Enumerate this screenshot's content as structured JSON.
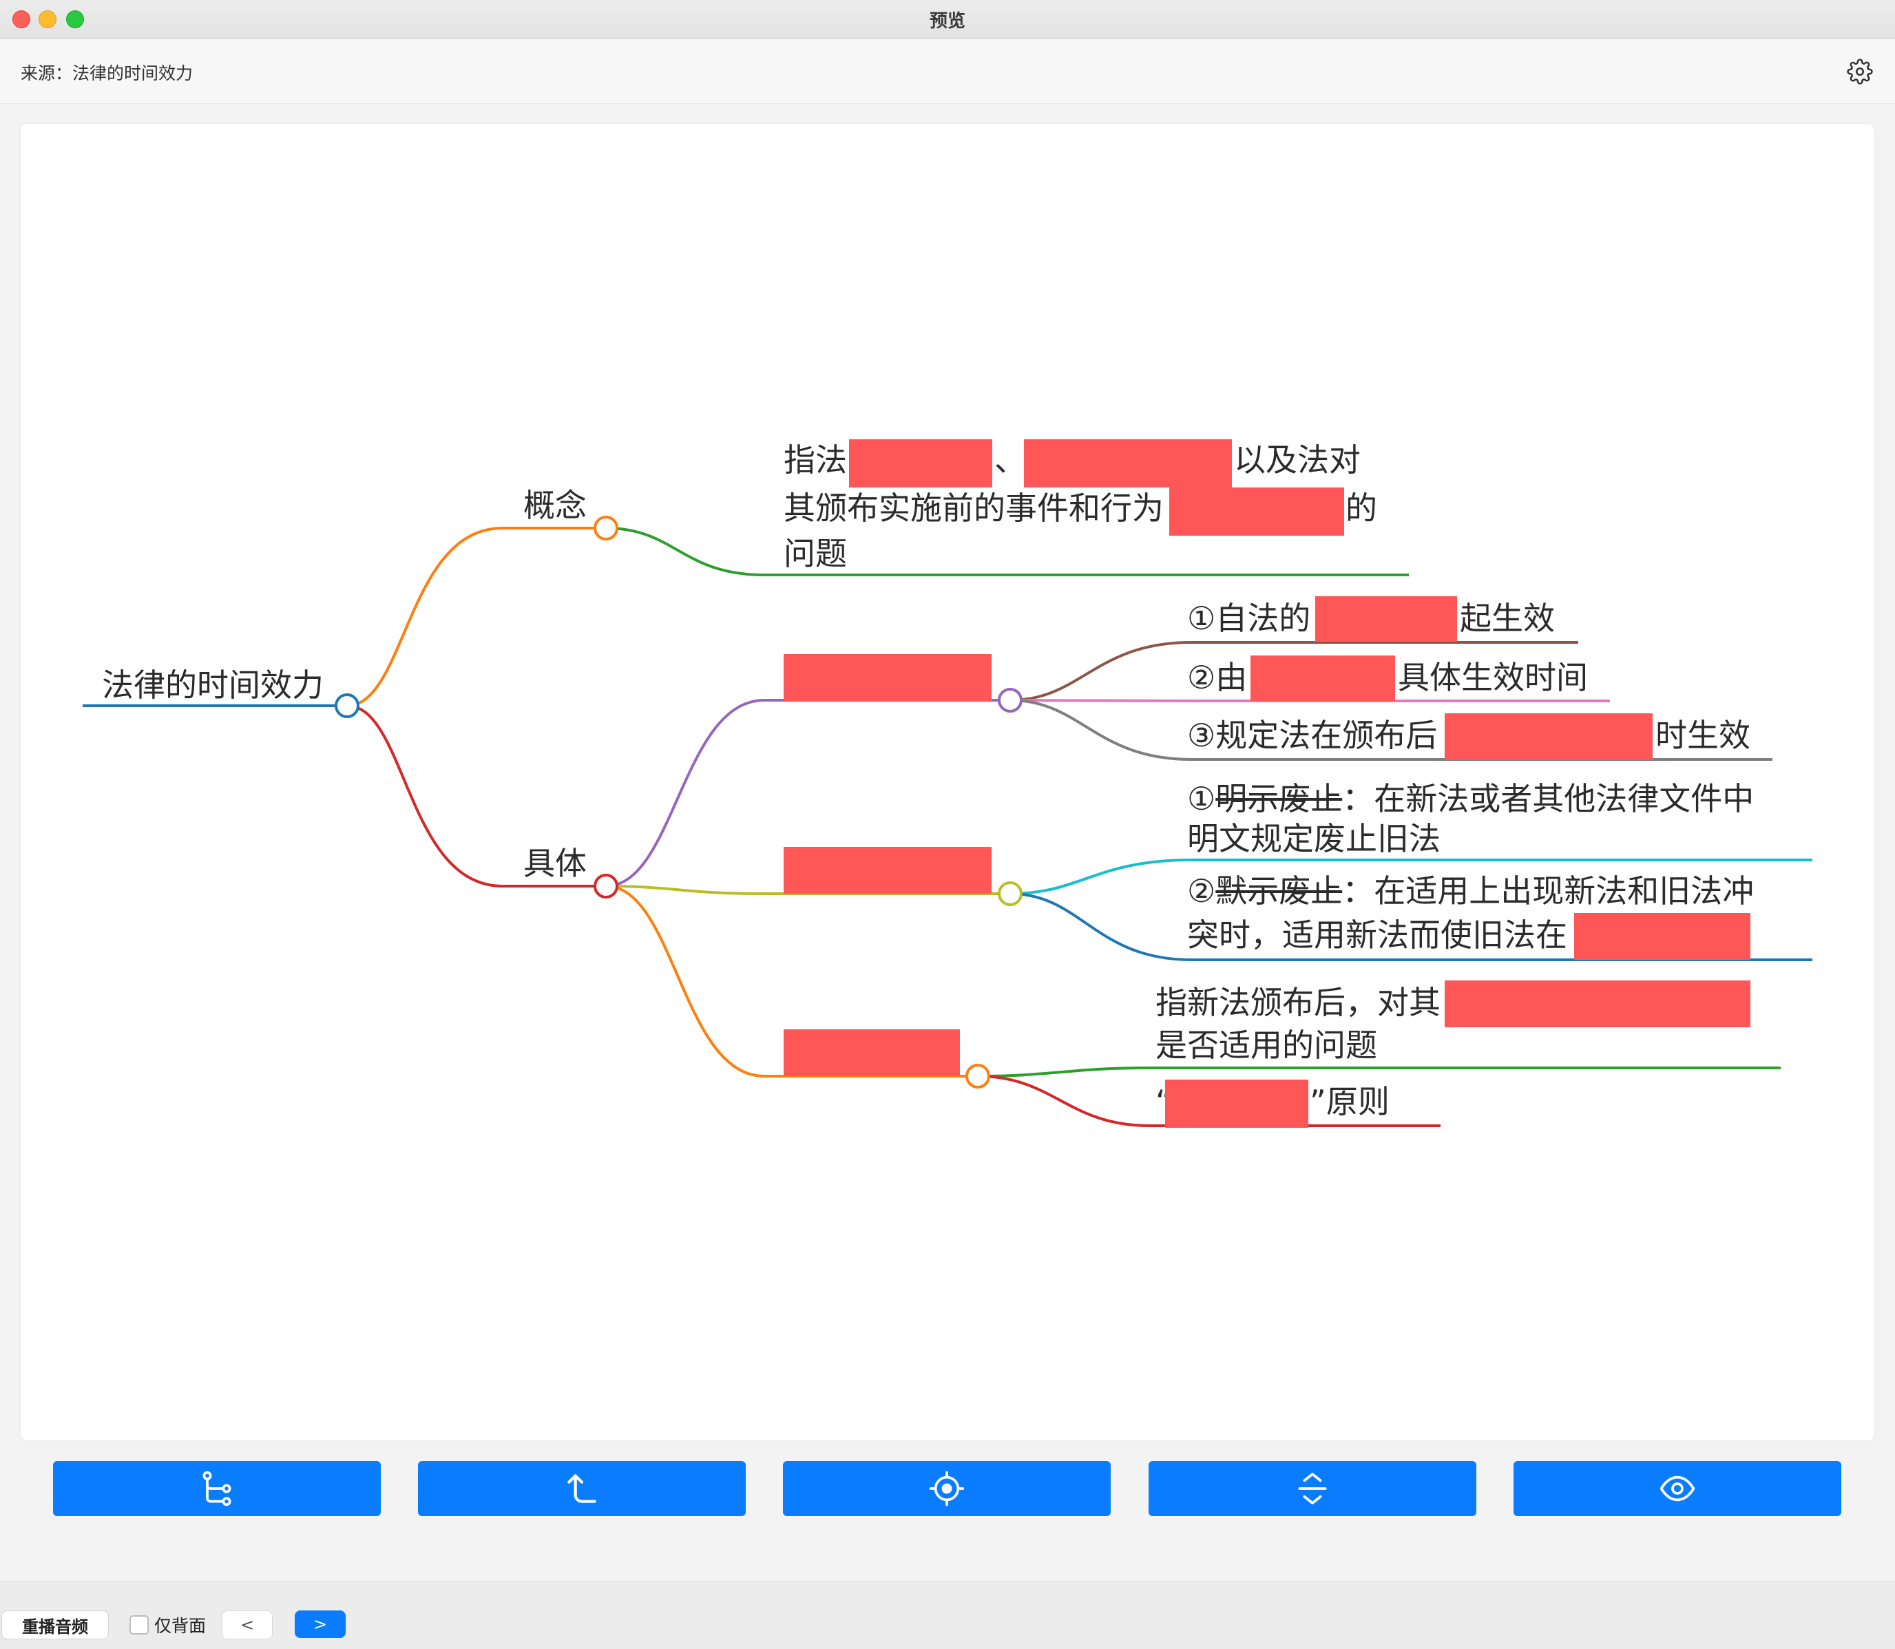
{
  "window": {
    "title": "预览"
  },
  "header": {
    "source_label": "来源：法律的时间效力"
  },
  "mindmap": {
    "root": "法律的时间效力",
    "concept": {
      "label": "概念",
      "line1_prefix": "指法",
      "line1_sep": "、",
      "line1_suffix": "以及法对",
      "line2_prefix": "其颁布实施前的事件和行为",
      "line2_suffix": "的",
      "line3": "问题"
    },
    "specific": {
      "label": "具体",
      "effect": {
        "item1_prefix": "①自法的",
        "item1_suffix": "起生效",
        "item2_prefix": "②由",
        "item2_suffix": "具体生效时间",
        "item3_prefix": "③规定法在颁布后",
        "item3_suffix": "时生效"
      },
      "termination": {
        "item1_num": "①",
        "item1_strike": "明示废止",
        "item1_rest": "：在新法或者其他法律文件中",
        "item1_line2": "明文规定废止旧法",
        "item2_num": "②",
        "item2_strike": "默示废止",
        "item2_rest": "：在适用上出现新法和旧法冲",
        "item2_line2": "突时，适用新法而使旧法在"
      },
      "retroactivity": {
        "item1_prefix": "指新法颁布后，对其",
        "item1_line2": "是否适用的问题",
        "item2_open": "“",
        "item2_close": "”原则"
      }
    },
    "colors": {
      "root": "#1f77b4",
      "concept": "#ff7f0e",
      "concept_leaf": "#2ca02c",
      "specific": "#d62728",
      "effect": "#9467bd",
      "effect_1": "#8c564b",
      "effect_2": "#e377c2",
      "effect_3": "#7f7f7f",
      "termination": "#bcbd22",
      "termination_1": "#17becf",
      "termination_2": "#1f77b4",
      "retro": "#ff7f0e",
      "retro_1": "#2ca02c",
      "retro_2": "#d62728",
      "mask": "#ff5757"
    }
  },
  "toolbar": {
    "buttons": [
      {
        "icon": "mindmap-tree-icon"
      },
      {
        "icon": "arrow-up-left-icon"
      },
      {
        "icon": "target-locate-icon"
      },
      {
        "icon": "expand-collapse-icon"
      },
      {
        "icon": "eye-icon"
      }
    ]
  },
  "bottom": {
    "replay_label": "重播音频",
    "back_only_label": "仅背面",
    "back_only_checked": false,
    "prev_label": "<",
    "next_label": ">"
  }
}
